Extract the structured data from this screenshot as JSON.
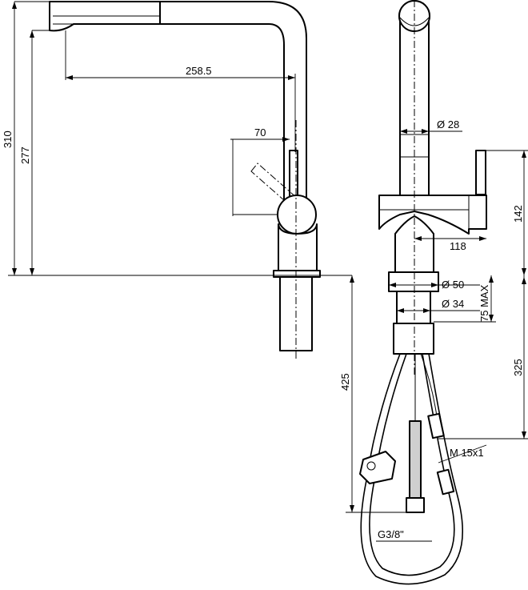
{
  "dimensions": {
    "spout_reach": "258.5",
    "lever_offset": "70",
    "total_height": "310",
    "spout_height": "277",
    "spout_diameter": "Ø 28",
    "body_height": "142",
    "body_depth": "118",
    "base_diameter": "Ø 50",
    "shank_diameter": "Ø 34",
    "max_deck_thickness": "75 MAX",
    "hose_length": "425",
    "shank_length": "325",
    "hose_thread": "M 15x1",
    "connector_thread": "G3/8\""
  }
}
